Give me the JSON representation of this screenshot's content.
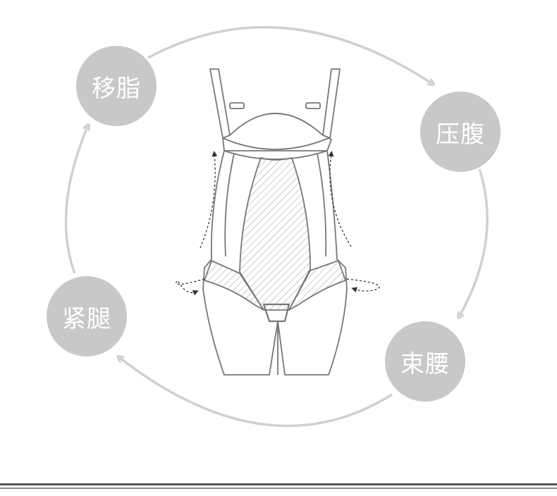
{
  "badges": [
    {
      "label": "移脂"
    },
    {
      "label": "压腹"
    },
    {
      "label": "束腰"
    },
    {
      "label": "紧腿"
    }
  ],
  "colors": {
    "badge": "#c8c8c8",
    "ring": "#d0d0d0",
    "outline": "#777777",
    "hatch": "#9a9a9a",
    "arrow": "#333333"
  }
}
